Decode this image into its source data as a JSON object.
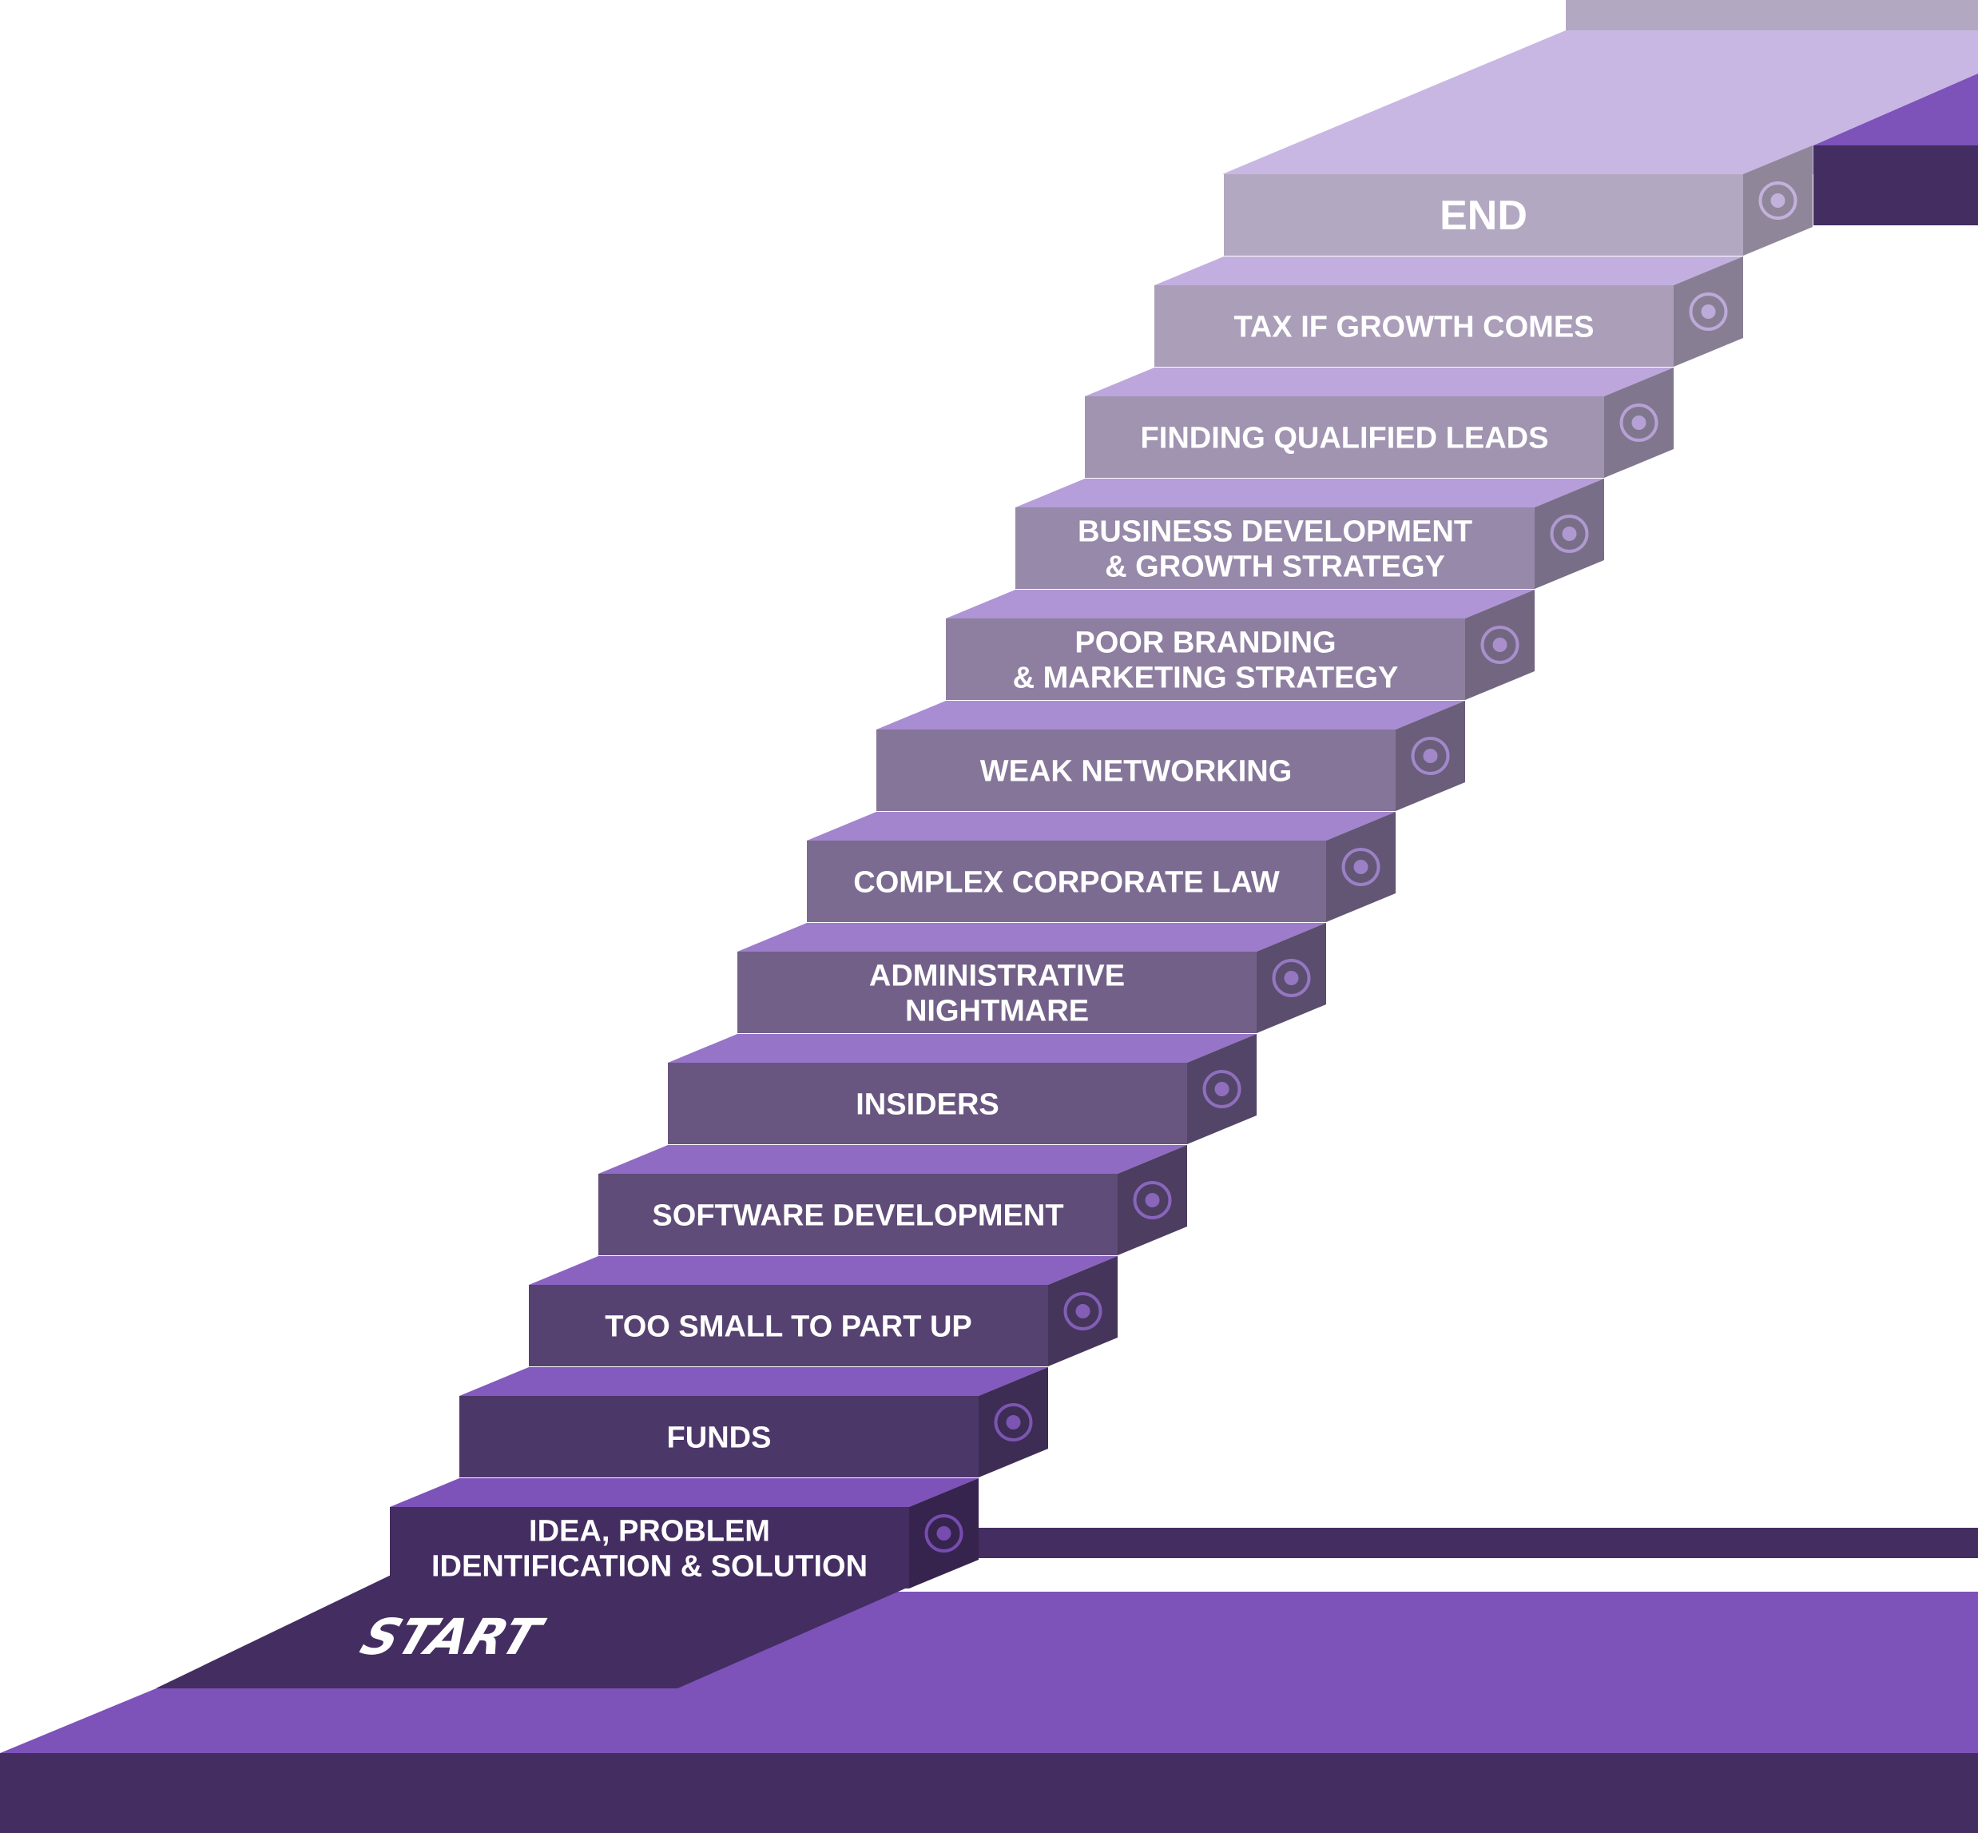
{
  "start_label": "START",
  "end_label": "END",
  "steps": [
    {
      "lines": [
        "IDEA, PROBLEM",
        "IDENTIFICATION & SOLUTION"
      ],
      "icon": "lightbulb-gear-icon"
    },
    {
      "lines": [
        "FUNDS"
      ],
      "icon": "money-bag-icon"
    },
    {
      "lines": [
        "TOO SMALL TO PART UP"
      ],
      "icon": "stacked-squares-icon"
    },
    {
      "lines": [
        "SOFTWARE DEVELOPMENT"
      ],
      "icon": "code-gear-icon"
    },
    {
      "lines": [
        "INSIDERS"
      ],
      "icon": "shield-bug-icon"
    },
    {
      "lines": [
        "ADMINISTRATIVE",
        "NIGHTMARE"
      ],
      "icon": "document-pen-icon"
    },
    {
      "lines": [
        "COMPLEX CORPORATE LAW"
      ],
      "icon": "briefcase-gavel-icon"
    },
    {
      "lines": [
        "WEAK NETWORKING"
      ],
      "icon": "network-people-icon"
    },
    {
      "lines": [
        "POOR BRANDING",
        "& MARKETING STRATEGY"
      ],
      "icon": "megaphone-laptop-icon"
    },
    {
      "lines": [
        "BUSINESS DEVELOPMENT",
        "& GROWTH STRATEGY"
      ],
      "icon": "rocket-icon"
    },
    {
      "lines": [
        "FINDING QUALIFIED LEADS"
      ],
      "icon": "handshake-icon"
    },
    {
      "lines": [
        "TAX IF GROWTH COMES"
      ],
      "icon": "growth-percent-icon"
    },
    {
      "lines": [
        "END"
      ],
      "icon": "star-burst-icon"
    }
  ],
  "colors": {
    "floor_top": "#7d52b9",
    "floor_front": "#432d61",
    "start_pad": "#432d61",
    "top_landing": "#c8b7e3",
    "top_side": "#7d52b9",
    "top_front": "#432d61",
    "top_back": "#b3a8c1"
  }
}
